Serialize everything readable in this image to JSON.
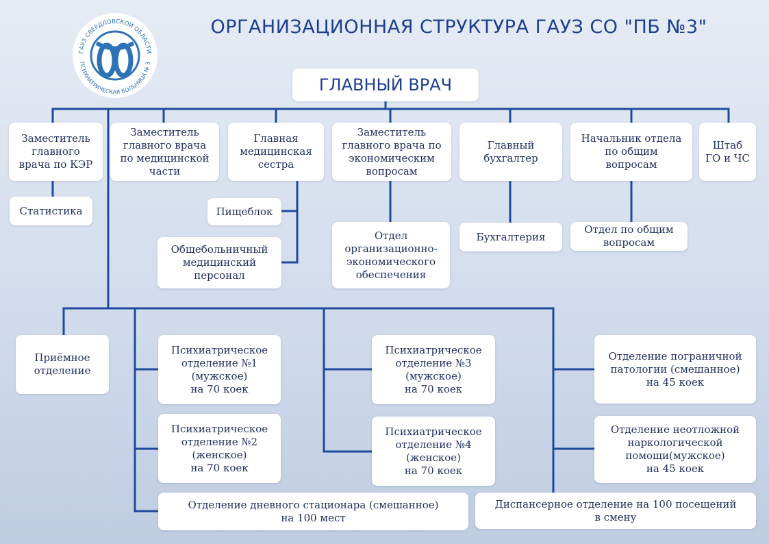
{
  "header": {
    "title": "ОРГАНИЗАЦИОННАЯ СТРУКТУРА ГАУЗ СО \"ПБ №3\"",
    "logo_text_top": "ГАУЗ СВЕРДЛОВСКОЙ ОБЛАСТИ",
    "logo_text_bottom": "ПСИХИАТРИЧЕСКАЯ БОЛЬНИЦА № 3"
  },
  "chief": "ГЛАВНЫЙ ВРАЧ",
  "deputies": {
    "ker": "Заместитель\nглавного\nврача по КЭР",
    "medical": "Заместитель\nглавного врача\nпо медицинской\nчасти",
    "nurse": "Главная\nмедицинская\nсестра",
    "economic": "Заместитель\nглавного врача по\nэкономическим\nвопросам",
    "accountant": "Главный\nбухгалтер",
    "general_head": "Начальник отдела\nпо общим\nвопросам",
    "civil_defense": "Штаб\nГО и ЧС"
  },
  "subunits": {
    "statistics": "Статистика",
    "catering": "Пищеблок",
    "general_staff": "Общебольничный\nмедицинский\nперсонал",
    "org_economic": "Отдел\nорганизационно-\nэкономического\nобеспечения",
    "accounting": "Бухгалтерия",
    "general_dept": "Отдел по общим\nвопросам"
  },
  "departments": {
    "admission": "Приёмное\nотделение",
    "psych1": "Психиатрическое\nотделение №1\n(мужское)\nна 70 коек",
    "psych2": "Психиатрическое\nотделение №2\n(женское)\nна 70 коек",
    "psych3": "Психиатрическое\nотделение №3\n(мужское)\nна 70 коек",
    "psych4": "Психиатрическое\nотделение №4\n(женское)\nна 70 коек",
    "borderline": "Отделение пограничной\nпатологии (смешанное)\nна 45 коек",
    "narcology": "Отделение неотложной\nнаркологической\nпомощи(мужское)\nна 45 коек",
    "day_hospital": "Отделение дневного стационара (смешанное)\nна 100 мест",
    "dispensary": "Диспансерное отделение на 100 посещений\nв смену"
  },
  "colors": {
    "line": "#1e4a9e",
    "title": "#1c3f8f",
    "text": "#1f2f5e",
    "logo": "#2e72b8"
  }
}
